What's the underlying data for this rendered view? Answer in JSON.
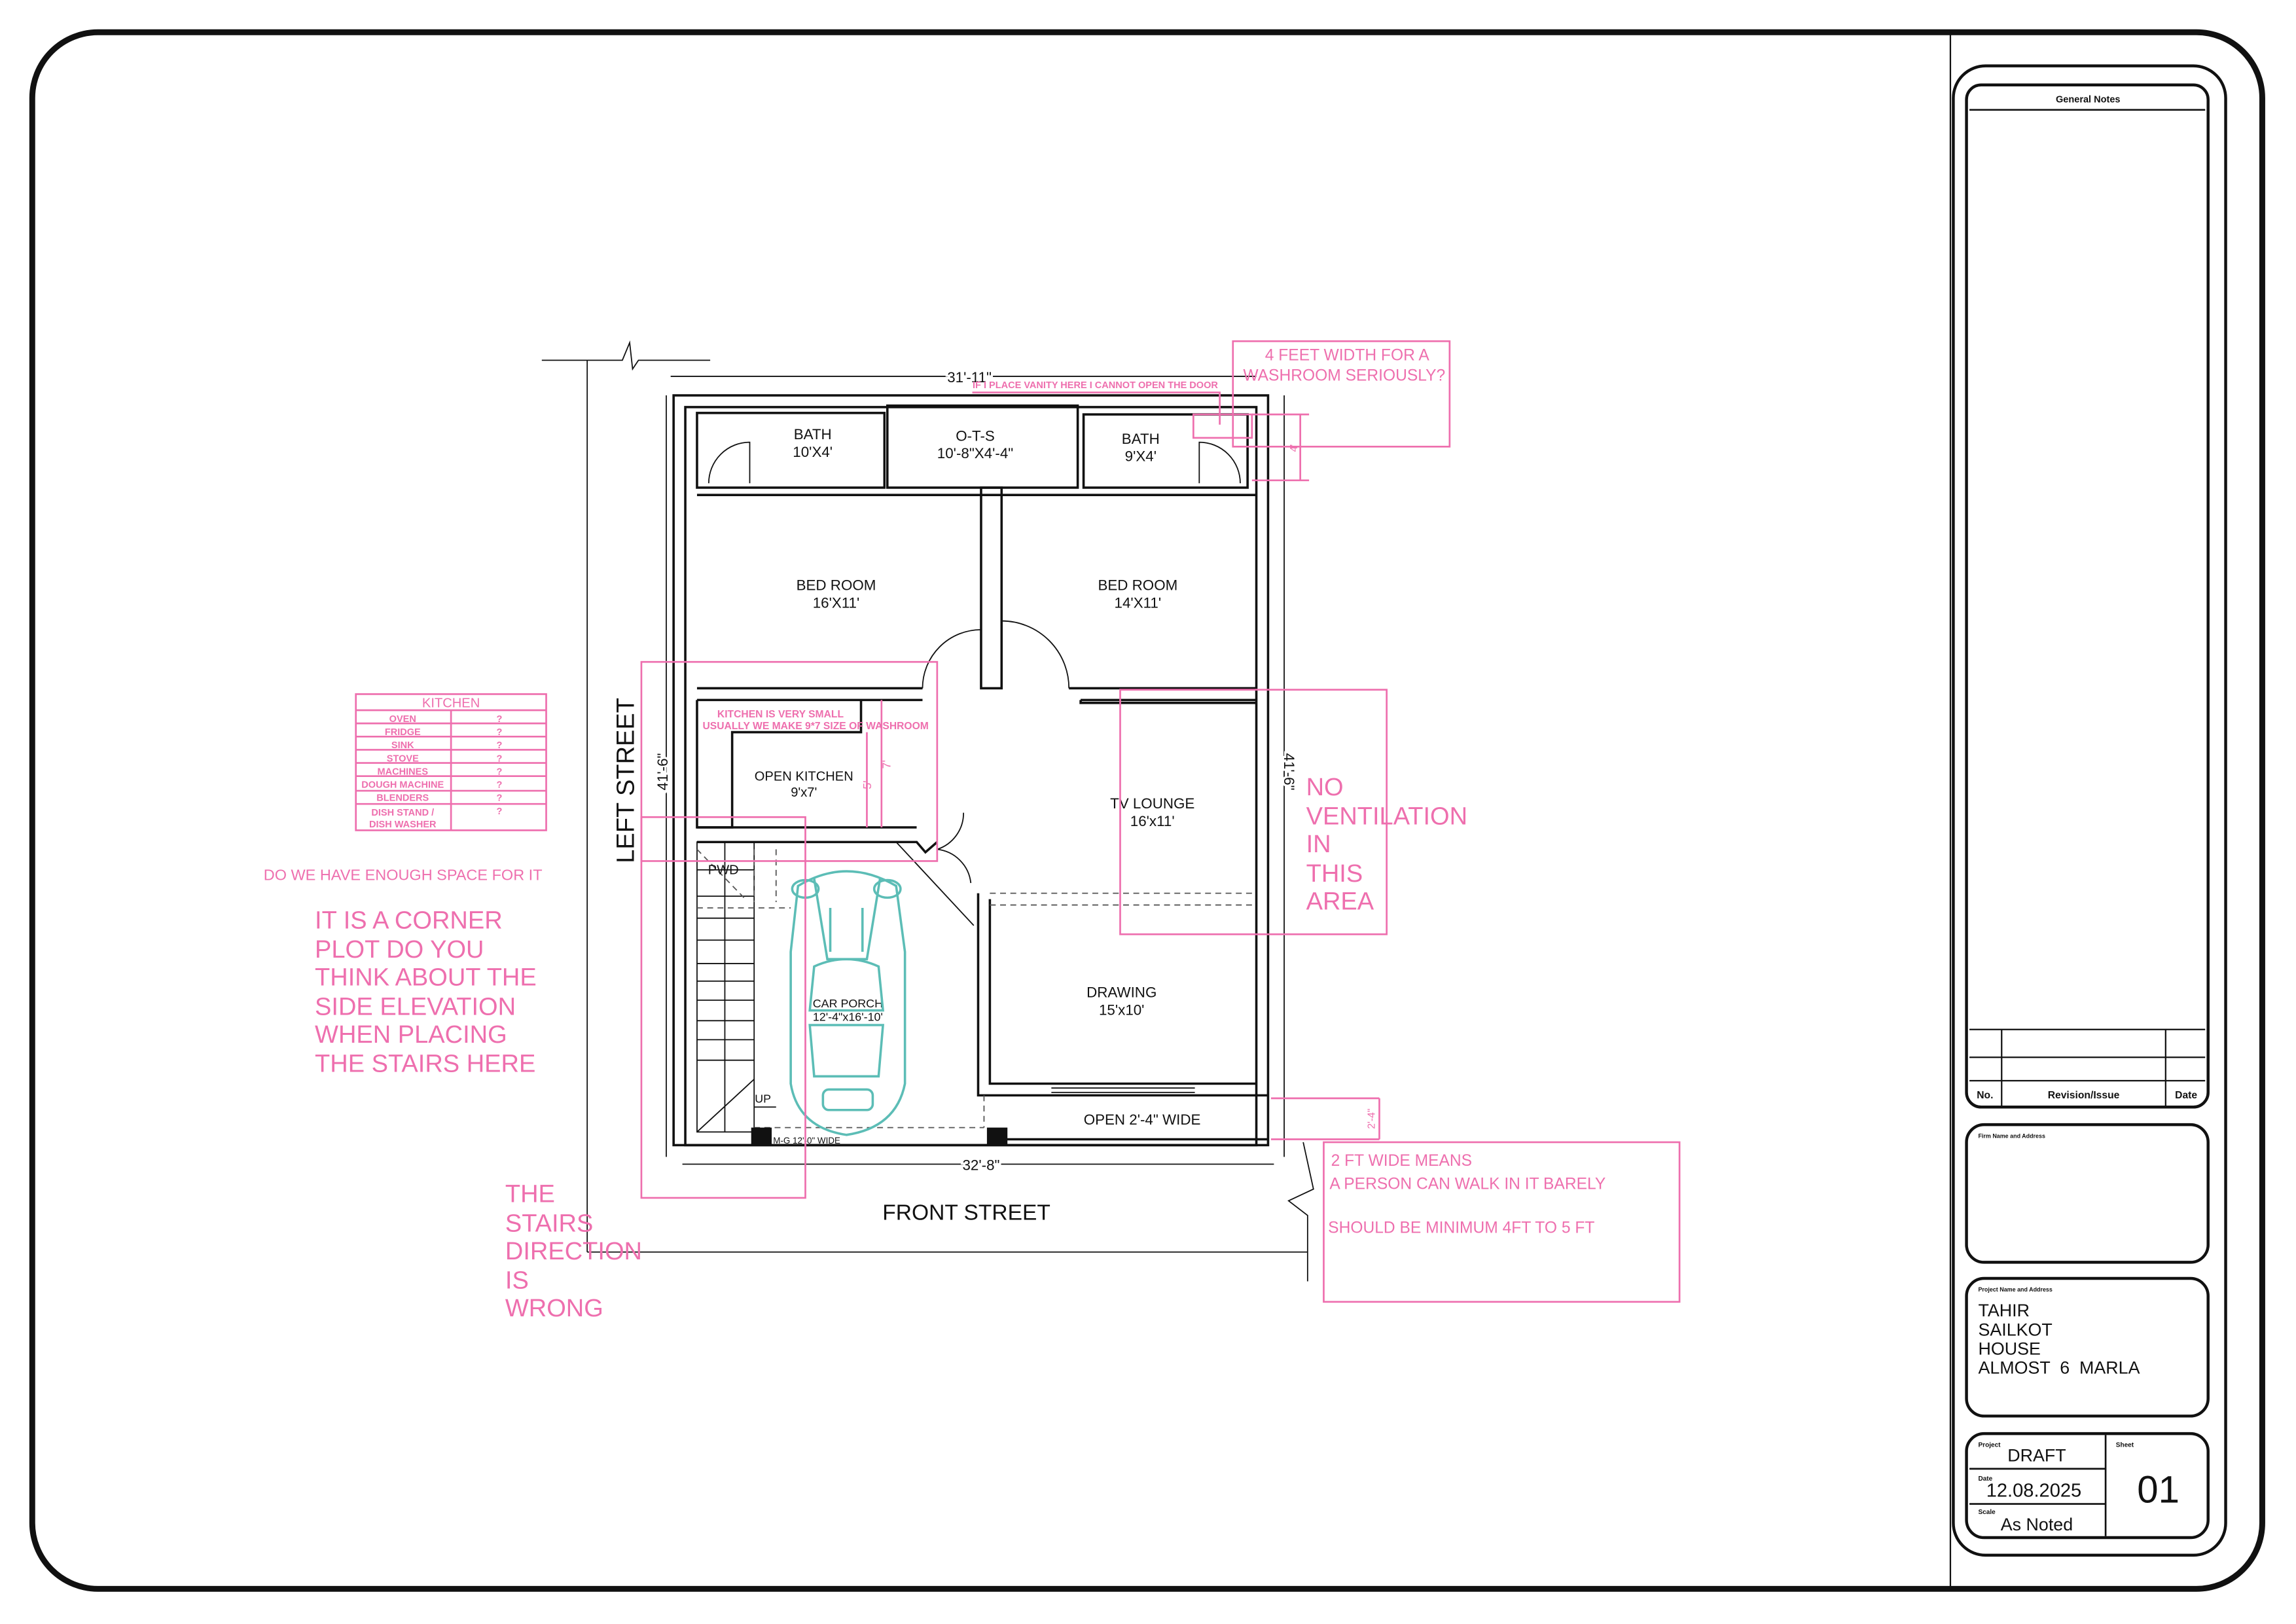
{
  "colors": {
    "markup": "#ee6fae",
    "car": "#5cbdb6",
    "lines": "#111111"
  },
  "plan": {
    "rooms": [
      {
        "name": "BATH",
        "size": "10'X4'"
      },
      {
        "name": "O-T-S",
        "size": "10'-8\"X4'-4\""
      },
      {
        "name": "BATH",
        "size": "9'X4'"
      },
      {
        "name": "BED ROOM",
        "size": "16'X11'"
      },
      {
        "name": "BED ROOM",
        "size": "14'X11'"
      },
      {
        "name": "OPEN KITCHEN",
        "size": "9'x7'"
      },
      {
        "name": "TV LOUNGE",
        "size": "16'x11'"
      },
      {
        "name": "DRAWING",
        "size": "15'x10'"
      },
      {
        "name": "CAR PORCH",
        "size": "12'-4\"x16'-10'"
      }
    ],
    "pwd": "PWD",
    "up": "UP",
    "main_gate": "M-G 12'-0\" WIDE",
    "open_passage": "OPEN 2'-4\" WIDE",
    "dims": {
      "top": "31'-11\"",
      "bottom": "32'-8\"",
      "left": "41'-6\"",
      "right": "41'-6\""
    },
    "streets": {
      "left": "LEFT STREET",
      "front": "FRONT STREET"
    }
  },
  "markup": {
    "kitchen_table": {
      "title": "KITCHEN",
      "rows": [
        {
          "item": "OVEN",
          "value": "?"
        },
        {
          "item": "FRIDGE",
          "value": "?"
        },
        {
          "item": "SINK",
          "value": "?"
        },
        {
          "item": "STOVE",
          "value": "?"
        },
        {
          "item": "MACHINES",
          "value": "?"
        },
        {
          "item": "DOUGH MACHINE",
          "value": "?"
        },
        {
          "item": "BLENDERS",
          "value": "?"
        },
        {
          "item": "DISH STAND /",
          "value": "?"
        },
        {
          "item": "DISH WASHER",
          "value": ""
        }
      ]
    },
    "space_question": "DO WE HAVE ENOUGH SPACE FOR IT",
    "corner_plot": [
      "IT IS A CORNER",
      "PLOT DO YOU",
      "THINK ABOUT THE",
      "SIDE ELEVATION",
      "WHEN PLACING",
      "THE STAIRS HERE"
    ],
    "stairs_direction": [
      "THE",
      "STAIRS",
      "DIRECTION",
      "IS",
      "WRONG"
    ],
    "kitchen_note": [
      "KITCHEN IS VERY SMALL",
      "USUALLY WE MAKE 9*7 SIZE OF WASHROOM"
    ],
    "kitchen_dims": {
      "outer": "7'",
      "inner": "5'"
    },
    "washroom_width": [
      "4 FEET WIDTH FOR A",
      "WASHROOM SERIOUSLY?"
    ],
    "vanity_note": "IF I PLACE VANITY HERE I CANNOT OPEN THE DOOR",
    "bath_dim": "4'",
    "ventilation": [
      "NO",
      "VENTILATION",
      "IN",
      "THIS",
      "AREA"
    ],
    "passage_dim": "2'-4\"",
    "passage_note": [
      "2 FT WIDE MEANS",
      "A PERSON CAN WALK IN IT BARELY",
      "SHOULD BE MINIMUM 4FT TO 5 FT"
    ]
  },
  "title_block": {
    "general_notes": "General Notes",
    "revision_headers": {
      "no": "No.",
      "revision": "Revision/Issue",
      "date": "Date"
    },
    "firm_label": "Firm Name and Address",
    "project_name_label": "Project Name and Address",
    "project_name_lines": [
      "TAHIR",
      "SAILKOT",
      "HOUSE",
      "ALMOST  6  MARLA"
    ],
    "project_label": "Project",
    "project_value": "DRAFT",
    "date_label": "Date",
    "date_value": "12.08.2025",
    "scale_label": "Scale",
    "scale_value": "As Noted",
    "sheet_label": "Sheet",
    "sheet_value": "01"
  }
}
